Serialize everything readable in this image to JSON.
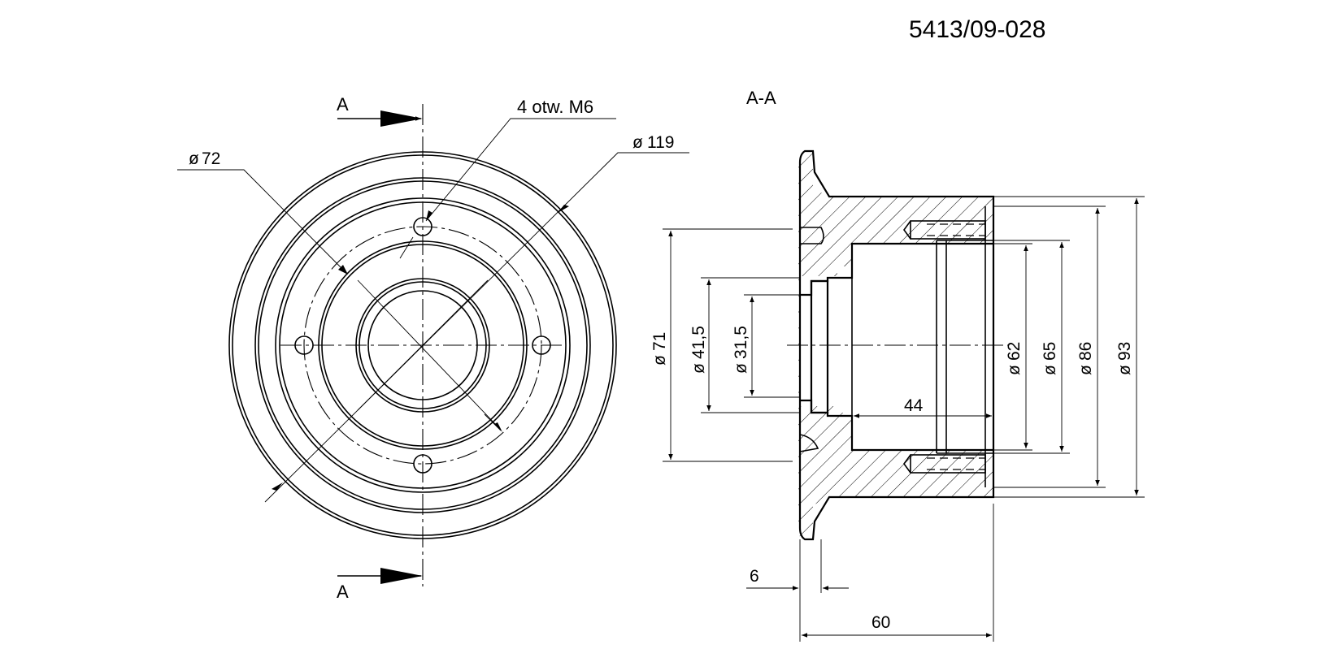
{
  "drawing": {
    "number": "5413/09-028",
    "section_label": "A-A",
    "cut_label_top": "A",
    "cut_label_bottom": "A",
    "front_view_labels": {
      "holes": "4 otw. M6",
      "d72": "72",
      "d119": "119"
    },
    "section_dimensions": {
      "d71": "71",
      "d41_5": "41,5",
      "d31_5": "31,5",
      "d62": "62",
      "d65": "65",
      "d86": "86",
      "d93": "93",
      "len44": "44",
      "len6": "6",
      "len60": "60"
    },
    "diameter_symbol": "ø"
  }
}
